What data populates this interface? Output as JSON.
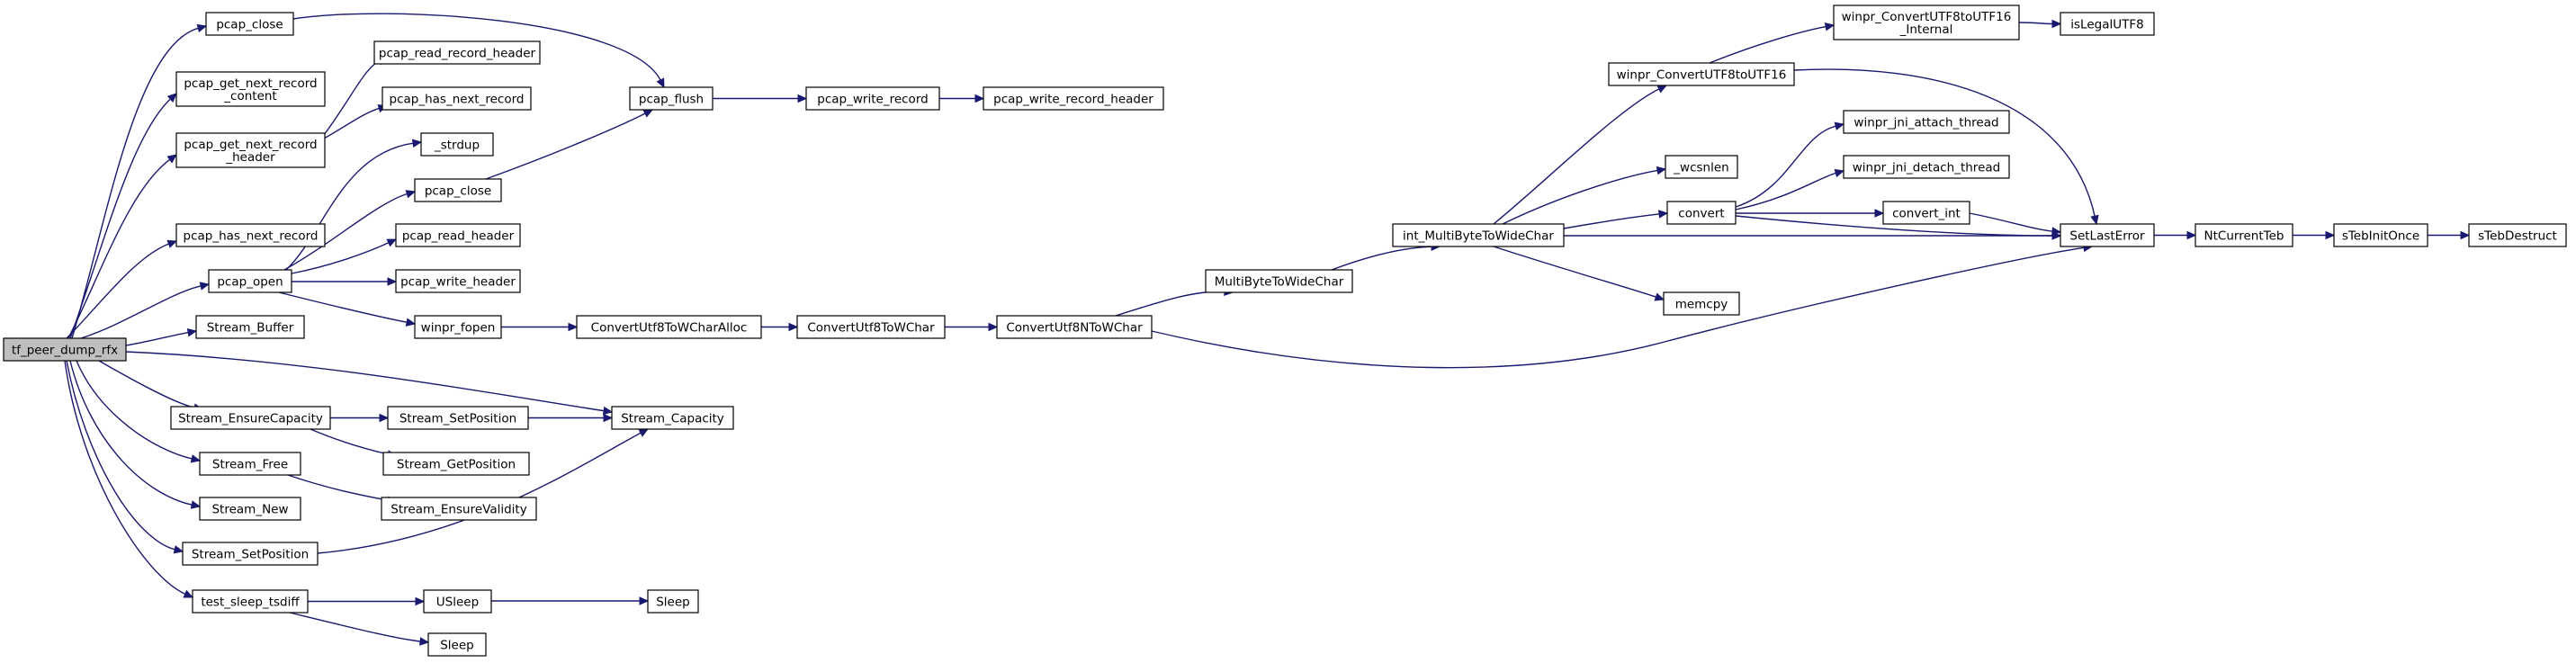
{
  "diagram": {
    "type": "call-graph",
    "edge_color": "#191970",
    "root_fill": "#bfbfbf",
    "nodes": [
      {
        "id": "root",
        "lines": [
          "tf_peer_dump_rfx"
        ],
        "root": true
      },
      {
        "id": "pcap_close_a",
        "lines": [
          "pcap_close"
        ]
      },
      {
        "id": "pcap_get_next_record_content",
        "lines": [
          "pcap_get_next_record",
          "_content"
        ]
      },
      {
        "id": "pcap_get_next_record_header",
        "lines": [
          "pcap_get_next_record",
          "_header"
        ]
      },
      {
        "id": "pcap_has_next_record_a",
        "lines": [
          "pcap_has_next_record"
        ]
      },
      {
        "id": "pcap_open",
        "lines": [
          "pcap_open"
        ]
      },
      {
        "id": "Stream_Buffer",
        "lines": [
          "Stream_Buffer"
        ]
      },
      {
        "id": "Stream_EnsureCapacity",
        "lines": [
          "Stream_EnsureCapacity"
        ]
      },
      {
        "id": "Stream_Free",
        "lines": [
          "Stream_Free"
        ]
      },
      {
        "id": "Stream_New",
        "lines": [
          "Stream_New"
        ]
      },
      {
        "id": "Stream_SetPosition_a",
        "lines": [
          "Stream_SetPosition"
        ]
      },
      {
        "id": "test_sleep_tsdiff",
        "lines": [
          "test_sleep_tsdiff"
        ]
      },
      {
        "id": "pcap_read_record_header",
        "lines": [
          "pcap_read_record_header"
        ]
      },
      {
        "id": "pcap_has_next_record_b",
        "lines": [
          "pcap_has_next_record"
        ]
      },
      {
        "id": "_strdup",
        "lines": [
          "_strdup"
        ]
      },
      {
        "id": "pcap_close_b",
        "lines": [
          "pcap_close"
        ]
      },
      {
        "id": "pcap_read_header",
        "lines": [
          "pcap_read_header"
        ]
      },
      {
        "id": "pcap_write_header",
        "lines": [
          "pcap_write_header"
        ]
      },
      {
        "id": "winpr_fopen",
        "lines": [
          "winpr_fopen"
        ]
      },
      {
        "id": "Stream_SetPosition_b",
        "lines": [
          "Stream_SetPosition"
        ]
      },
      {
        "id": "Stream_GetPosition",
        "lines": [
          "Stream_GetPosition"
        ]
      },
      {
        "id": "Stream_EnsureValidity",
        "lines": [
          "Stream_EnsureValidity"
        ]
      },
      {
        "id": "USleep",
        "lines": [
          "USleep"
        ]
      },
      {
        "id": "Sleep_b",
        "lines": [
          "Sleep"
        ]
      },
      {
        "id": "pcap_flush",
        "lines": [
          "pcap_flush"
        ]
      },
      {
        "id": "Stream_Capacity",
        "lines": [
          "Stream_Capacity"
        ]
      },
      {
        "id": "ConvertUtf8ToWCharAlloc",
        "lines": [
          "ConvertUtf8ToWCharAlloc"
        ]
      },
      {
        "id": "Sleep_a",
        "lines": [
          "Sleep"
        ]
      },
      {
        "id": "pcap_write_record",
        "lines": [
          "pcap_write_record"
        ]
      },
      {
        "id": "ConvertUtf8ToWChar",
        "lines": [
          "ConvertUtf8ToWChar"
        ]
      },
      {
        "id": "pcap_write_record_header",
        "lines": [
          "pcap_write_record_header"
        ]
      },
      {
        "id": "ConvertUtf8NToWChar",
        "lines": [
          "ConvertUtf8NToWChar"
        ]
      },
      {
        "id": "MultiByteToWideChar",
        "lines": [
          "MultiByteToWideChar"
        ]
      },
      {
        "id": "int_MultiByteToWideChar",
        "lines": [
          "int_MultiByteToWideChar"
        ]
      },
      {
        "id": "winpr_ConvertUTF8toUTF16",
        "lines": [
          "winpr_ConvertUTF8toUTF16"
        ]
      },
      {
        "id": "_wcsnlen",
        "lines": [
          "_wcsnlen"
        ]
      },
      {
        "id": "convert",
        "lines": [
          "convert"
        ]
      },
      {
        "id": "memcpy",
        "lines": [
          "memcpy"
        ]
      },
      {
        "id": "winpr_ConvertUTF8toUTF16_Internal",
        "lines": [
          "winpr_ConvertUTF8toUTF16",
          "_Internal"
        ]
      },
      {
        "id": "winpr_jni_attach_thread",
        "lines": [
          "winpr_jni_attach_thread"
        ]
      },
      {
        "id": "winpr_jni_detach_thread",
        "lines": [
          "winpr_jni_detach_thread"
        ]
      },
      {
        "id": "convert_int",
        "lines": [
          "convert_int"
        ]
      },
      {
        "id": "isLegalUTF8",
        "lines": [
          "isLegalUTF8"
        ]
      },
      {
        "id": "SetLastError",
        "lines": [
          "SetLastError"
        ]
      },
      {
        "id": "NtCurrentTeb",
        "lines": [
          "NtCurrentTeb"
        ]
      },
      {
        "id": "sTebInitOnce",
        "lines": [
          "sTebInitOnce"
        ]
      },
      {
        "id": "sTebDestruct",
        "lines": [
          "sTebDestruct"
        ]
      }
    ],
    "edges": [
      [
        "root",
        "pcap_close_a"
      ],
      [
        "root",
        "pcap_get_next_record_content"
      ],
      [
        "root",
        "pcap_get_next_record_header"
      ],
      [
        "root",
        "pcap_has_next_record_a"
      ],
      [
        "root",
        "pcap_open"
      ],
      [
        "root",
        "Stream_Buffer"
      ],
      [
        "root",
        "Stream_Capacity"
      ],
      [
        "root",
        "Stream_EnsureCapacity"
      ],
      [
        "root",
        "Stream_Free"
      ],
      [
        "root",
        "Stream_New"
      ],
      [
        "root",
        "Stream_SetPosition_a"
      ],
      [
        "root",
        "test_sleep_tsdiff"
      ],
      [
        "pcap_close_a",
        "pcap_flush"
      ],
      [
        "pcap_get_next_record_header",
        "pcap_read_record_header"
      ],
      [
        "pcap_get_next_record_header",
        "pcap_has_next_record_b"
      ],
      [
        "pcap_open",
        "_strdup"
      ],
      [
        "pcap_open",
        "pcap_close_b"
      ],
      [
        "pcap_open",
        "pcap_read_header"
      ],
      [
        "pcap_open",
        "pcap_write_header"
      ],
      [
        "pcap_open",
        "winpr_fopen"
      ],
      [
        "pcap_close_b",
        "pcap_flush"
      ],
      [
        "pcap_flush",
        "pcap_write_record"
      ],
      [
        "pcap_write_record",
        "pcap_write_record_header"
      ],
      [
        "winpr_fopen",
        "ConvertUtf8ToWCharAlloc"
      ],
      [
        "ConvertUtf8ToWCharAlloc",
        "ConvertUtf8ToWChar"
      ],
      [
        "ConvertUtf8ToWChar",
        "ConvertUtf8NToWChar"
      ],
      [
        "ConvertUtf8NToWChar",
        "MultiByteToWideChar"
      ],
      [
        "ConvertUtf8NToWChar",
        "SetLastError"
      ],
      [
        "MultiByteToWideChar",
        "int_MultiByteToWideChar"
      ],
      [
        "int_MultiByteToWideChar",
        "winpr_ConvertUTF8toUTF16"
      ],
      [
        "int_MultiByteToWideChar",
        "_wcsnlen"
      ],
      [
        "int_MultiByteToWideChar",
        "convert"
      ],
      [
        "int_MultiByteToWideChar",
        "SetLastError"
      ],
      [
        "int_MultiByteToWideChar",
        "memcpy"
      ],
      [
        "winpr_ConvertUTF8toUTF16",
        "winpr_ConvertUTF8toUTF16_Internal"
      ],
      [
        "winpr_ConvertUTF8toUTF16",
        "SetLastError"
      ],
      [
        "winpr_ConvertUTF8toUTF16_Internal",
        "isLegalUTF8"
      ],
      [
        "convert",
        "winpr_jni_attach_thread"
      ],
      [
        "convert",
        "winpr_jni_detach_thread"
      ],
      [
        "convert",
        "convert_int"
      ],
      [
        "convert",
        "SetLastError"
      ],
      [
        "convert_int",
        "SetLastError"
      ],
      [
        "SetLastError",
        "NtCurrentTeb"
      ],
      [
        "NtCurrentTeb",
        "sTebInitOnce"
      ],
      [
        "sTebInitOnce",
        "sTebDestruct"
      ],
      [
        "Stream_EnsureCapacity",
        "Stream_SetPosition_b"
      ],
      [
        "Stream_EnsureCapacity",
        "Stream_GetPosition"
      ],
      [
        "Stream_SetPosition_b",
        "Stream_Capacity"
      ],
      [
        "Stream_Free",
        "Stream_EnsureValidity"
      ],
      [
        "Stream_SetPosition_a",
        "Stream_Capacity"
      ],
      [
        "test_sleep_tsdiff",
        "USleep"
      ],
      [
        "test_sleep_tsdiff",
        "Sleep_b"
      ],
      [
        "USleep",
        "Sleep_a"
      ]
    ]
  }
}
